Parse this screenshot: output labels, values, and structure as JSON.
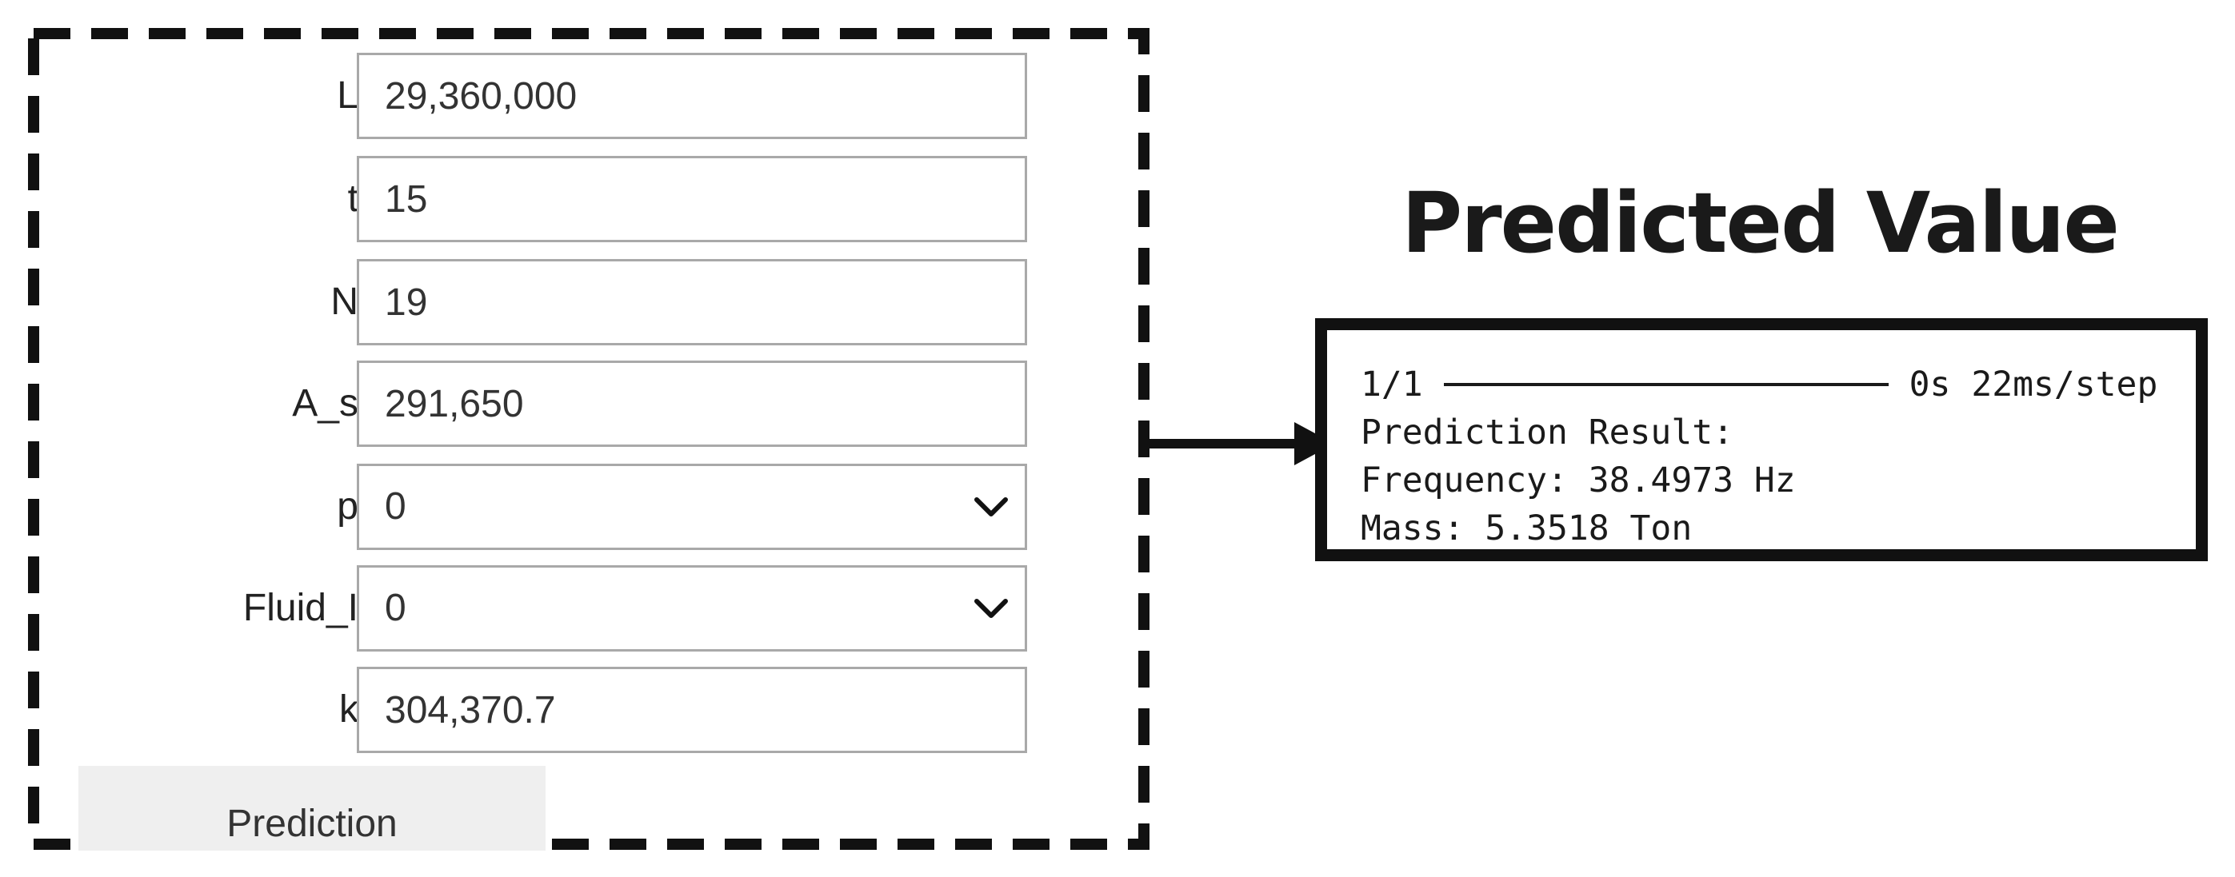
{
  "form": {
    "fields": [
      {
        "label": "L",
        "value": "29,360,000",
        "kind": "text"
      },
      {
        "label": "t",
        "value": "15",
        "kind": "text"
      },
      {
        "label": "N",
        "value": "19",
        "kind": "text"
      },
      {
        "label": "A_s",
        "value": "291,650",
        "kind": "text"
      },
      {
        "label": "p",
        "value": "0",
        "kind": "select"
      },
      {
        "label": "Fluid_I",
        "value": "0",
        "kind": "select"
      },
      {
        "label": "k",
        "value": "304,370.7",
        "kind": "text"
      }
    ],
    "button_label": "Prediction"
  },
  "output": {
    "title": "Predicted Value",
    "progress": {
      "step": "1/1",
      "fraction": 1.0,
      "timing": "0s 22ms/step"
    },
    "result_header": "Prediction Result:",
    "frequency_line": "Frequency: 38.4973 Hz",
    "mass_line": "Mass: 5.3518 Ton"
  },
  "colors": {
    "border": "#111111",
    "input_border": "#a9a9a9",
    "button_bg": "#efefef"
  }
}
